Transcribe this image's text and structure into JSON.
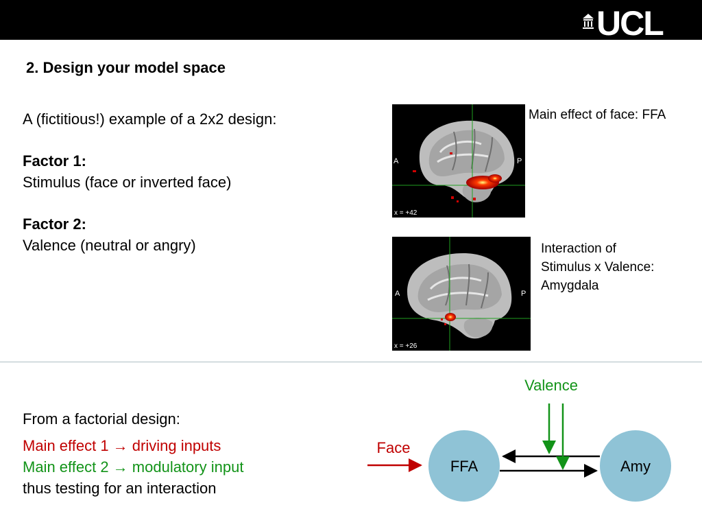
{
  "header": {
    "logo": "UCL"
  },
  "title": "2. Design your model space",
  "intro": {
    "line1": "A (fictitious!) example of a 2x2 design:",
    "factor1_heading": "Factor 1:",
    "factor1_text": "Stimulus (face or inverted face)",
    "factor2_heading": "Factor 2:",
    "factor2_text": "Valence (neutral or angry)"
  },
  "images": [
    {
      "caption": "Main effect of face: FFA",
      "left_label": "A",
      "right_label": "P",
      "coord": "x = +42"
    },
    {
      "caption_lines": [
        "Interaction of",
        "Stimulus x Valence:",
        "Amygdala"
      ],
      "left_label": "A",
      "right_label": "P",
      "coord": "x = +26"
    }
  ],
  "bottom": {
    "heading": "From a factorial design:",
    "line1_a": "Main effect 1 → ",
    "line1_b": "driving inputs",
    "line2_a": "Main effect 2 → ",
    "line2_b": "modulatory input",
    "line3": "thus testing for an interaction"
  },
  "diagram": {
    "valence_label": "Valence",
    "face_label": "Face",
    "node1": "FFA",
    "node2": "Amy",
    "node_color": "#8fc3d6",
    "driving_color": "#c00000",
    "modulatory_color": "#129318"
  }
}
